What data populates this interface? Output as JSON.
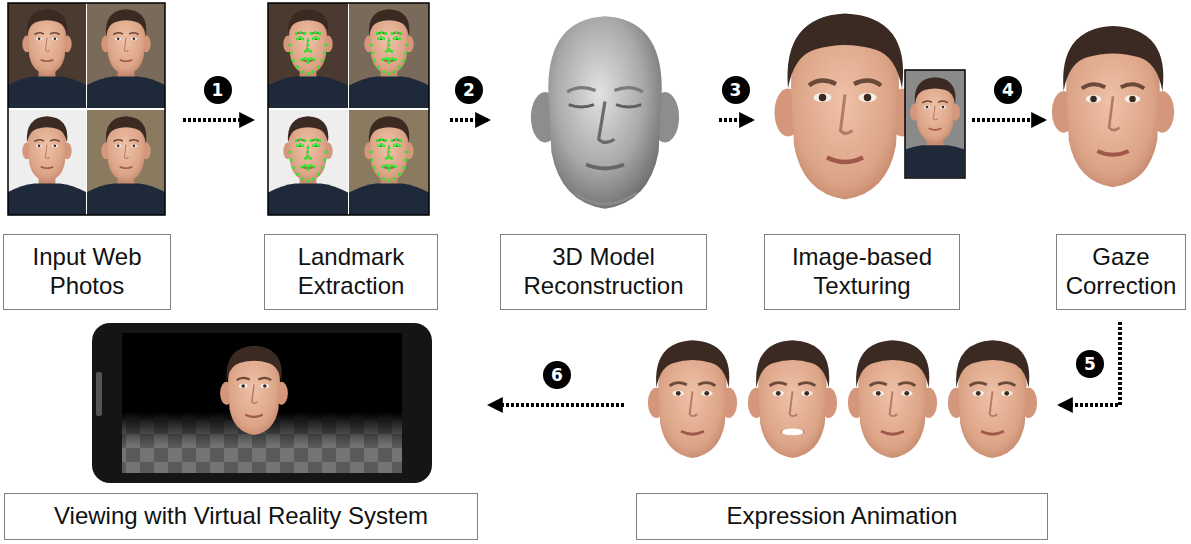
{
  "diagram": {
    "nodes": [
      {
        "text": [
          "Input Web Photos"
        ]
      },
      {
        "text": [
          "Landmark Extraction"
        ]
      },
      {
        "text": [
          "3D Model Reconstruction"
        ]
      },
      {
        "text": [
          "Image-based Texturing"
        ]
      },
      {
        "text": [
          "Gaze Correction"
        ]
      },
      {
        "text": [
          "Expression Animation"
        ]
      },
      {
        "text": [
          "Viewing with Virtual Reality System"
        ]
      }
    ],
    "edges": [
      {
        "from": 0,
        "to": 1,
        "label": "1",
        "arrow": "to"
      },
      {
        "from": 1,
        "to": 2,
        "label": "2",
        "arrow": "to"
      },
      {
        "from": 2,
        "to": 3,
        "label": "3",
        "arrow": "to"
      },
      {
        "from": 3,
        "to": 4,
        "label": "4",
        "arrow": "to"
      },
      {
        "from": 4,
        "to": 5,
        "label": "5",
        "arrow": "to"
      },
      {
        "from": 5,
        "to": 6,
        "label": "6",
        "arrow": "to"
      }
    ]
  }
}
